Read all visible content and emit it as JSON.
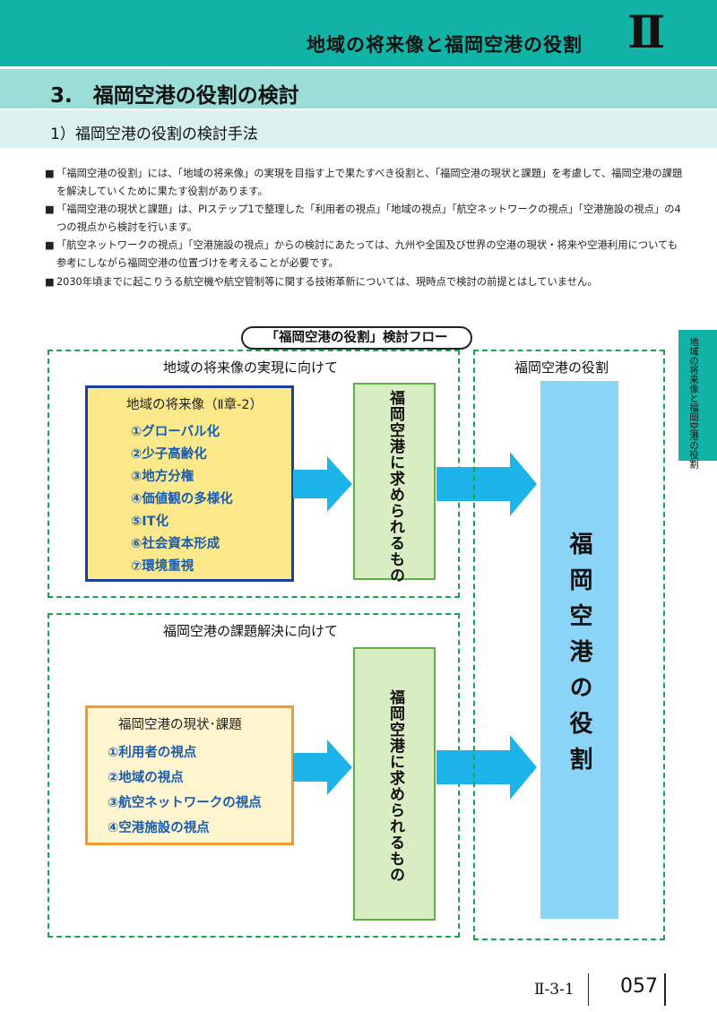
{
  "header": {
    "chapter_title": "地域の将来像と福岡空港の役割",
    "chapter_numeral": "Ⅱ",
    "section_title": "3.　福岡空港の役割の検討",
    "subsection_title": "1）福岡空港の役割の検討手法"
  },
  "paragraphs": [
    {
      "bullet": "■",
      "text": "「福岡空港の役割」には、「地域の将来像」の実現を目指す上で果たすべき役割と、「福岡空港の現状と課題」を考慮して、福岡空港の課題を解決していくために果たす役割があります。"
    },
    {
      "bullet": "■",
      "text": "「福岡空港の現状と課題」は、PIステップ1で整理した「利用者の視点」「地域の視点」「航空ネットワークの視点」「空港施設の視点」の4つの視点から検討を行います。"
    },
    {
      "bullet": "■",
      "text": "「航空ネットワークの視点」「空港施設の視点」からの検討にあたっては、九州や全国及び世界の空港の現状・将来や空港利用についても参考にしながら福岡空港の位置づけを考えることが必要です。"
    },
    {
      "bullet": "■",
      "text": "2030年頃までに起こりうる航空機や航空管制等に関する技術革新については、現時点で検討の前提とはしていません。"
    }
  ],
  "side_tab": "地域の将来像と福岡空港の役割",
  "flow": {
    "title": "「福岡空港の役割」検討フロー",
    "group1": {
      "heading": "地域の将来像の実現に向けて",
      "box_heading": "地域の将来像（Ⅱ章-2）",
      "items": [
        "①グローバル化",
        "②少子高齢化",
        "③地方分権",
        "④価値観の多様化",
        "⑤IT化",
        "⑥社会資本形成",
        "⑦環境重視"
      ],
      "requirement": "福岡空港に求められるもの"
    },
    "group2": {
      "heading": "福岡空港の課題解決に向けて",
      "box_heading": "福岡空港の現状･課題",
      "items": [
        "①利用者の視点",
        "②地域の視点",
        "③航空ネットワークの視点",
        "④空港施設の視点"
      ],
      "requirement": "福岡空港に求められるもの"
    },
    "role": {
      "heading": "福岡空港の役割",
      "label": "福岡空港の役割"
    },
    "colors": {
      "teal": "#10b3a6",
      "arrow": "#1db4ea",
      "dash_green": "#15a84b",
      "item_blue": "#1a5cae"
    }
  },
  "footer": {
    "section_code": "Ⅱ-3-1",
    "page_number": "057"
  }
}
